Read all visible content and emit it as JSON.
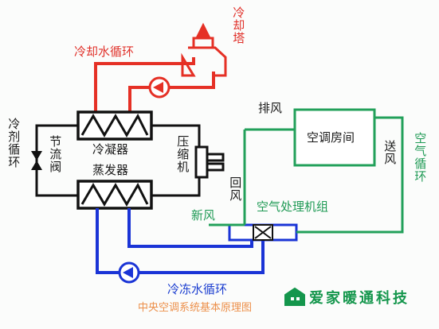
{
  "labels": {
    "cooling_tower": "冷却塔",
    "cooling_water_loop": "冷却水循环",
    "refrigerant_loop": "冷剂循环",
    "throttle_valve": "节流阀",
    "condenser": "冷凝器",
    "evaporator": "蒸发器",
    "compressor": "压缩机",
    "exhaust_air": "排风",
    "ac_room": "空调房间",
    "supply_air": "送风",
    "air_loop": "空气循环",
    "return_air": "回风",
    "fresh_air": "新风",
    "ahu": "空气处理机组",
    "chilled_water_loop": "冷冻水循环",
    "diagram_title": "中央空调系统基本原理图",
    "brand": "爱家暖通科技"
  },
  "colors": {
    "cooling_water": "#e53025",
    "chilled_water": "#1a34d6",
    "air": "#22a05a",
    "refrigerant": "#111111",
    "title": "#ec8f4a"
  },
  "icons": {
    "brand_logo": "house-logo-icon",
    "pump": "pump-icon",
    "valve": "expansion-valve-icon"
  }
}
